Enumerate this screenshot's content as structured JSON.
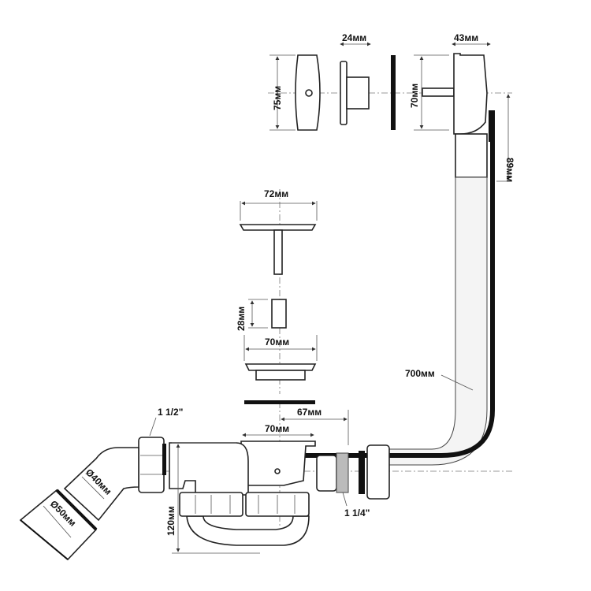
{
  "diagram": {
    "title": "Bath siphon with overflow, dimensions",
    "labels": {
      "overflow_cap_height": "75мм",
      "overflow_insert_depth": "24мм",
      "overflow_body_depth": "43мм",
      "overflow_body_height": "70мм",
      "overflow_outlet_drop": "89мм",
      "plug_diameter": "72мм",
      "strainer_height": "28мм",
      "drain_flange_diameter": "70мм",
      "hose_length": "700мм",
      "outlet_offset": "67мм",
      "trap_body_width": "70мм",
      "outlet_thread": "1 1/2\"",
      "pipe_inner_diameter": "Ø40мм",
      "pipe_outer_diameter": "Ø50мм",
      "trap_height": "120мм",
      "hose_thread": "1 1/4\""
    }
  }
}
